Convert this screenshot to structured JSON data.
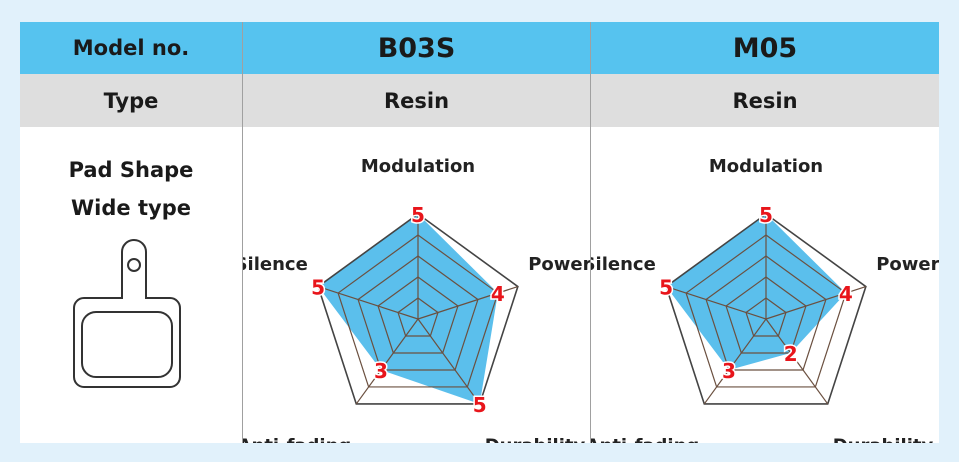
{
  "header": {
    "label": "Model no.",
    "models": [
      "B03S",
      "M05"
    ]
  },
  "type_row": {
    "label": "Type",
    "values": [
      "Resin",
      "Resin"
    ]
  },
  "shape": {
    "line1": "Pad Shape",
    "line2": "Wide type"
  },
  "chart_data": [
    {
      "type": "radar",
      "title": "B03S",
      "axes": [
        "Modulation",
        "Power",
        "Durability",
        "Anti-fading",
        "Silence"
      ],
      "values": [
        5,
        4,
        5,
        3,
        5
      ],
      "max": 5,
      "fill": "#5bbfec"
    },
    {
      "type": "radar",
      "title": "M05",
      "axes": [
        "Modulation",
        "Power",
        "Durability",
        "Anti-fading",
        "Silence"
      ],
      "values": [
        5,
        4,
        2,
        3,
        5
      ],
      "max": 5,
      "fill": "#5bbfec"
    }
  ]
}
